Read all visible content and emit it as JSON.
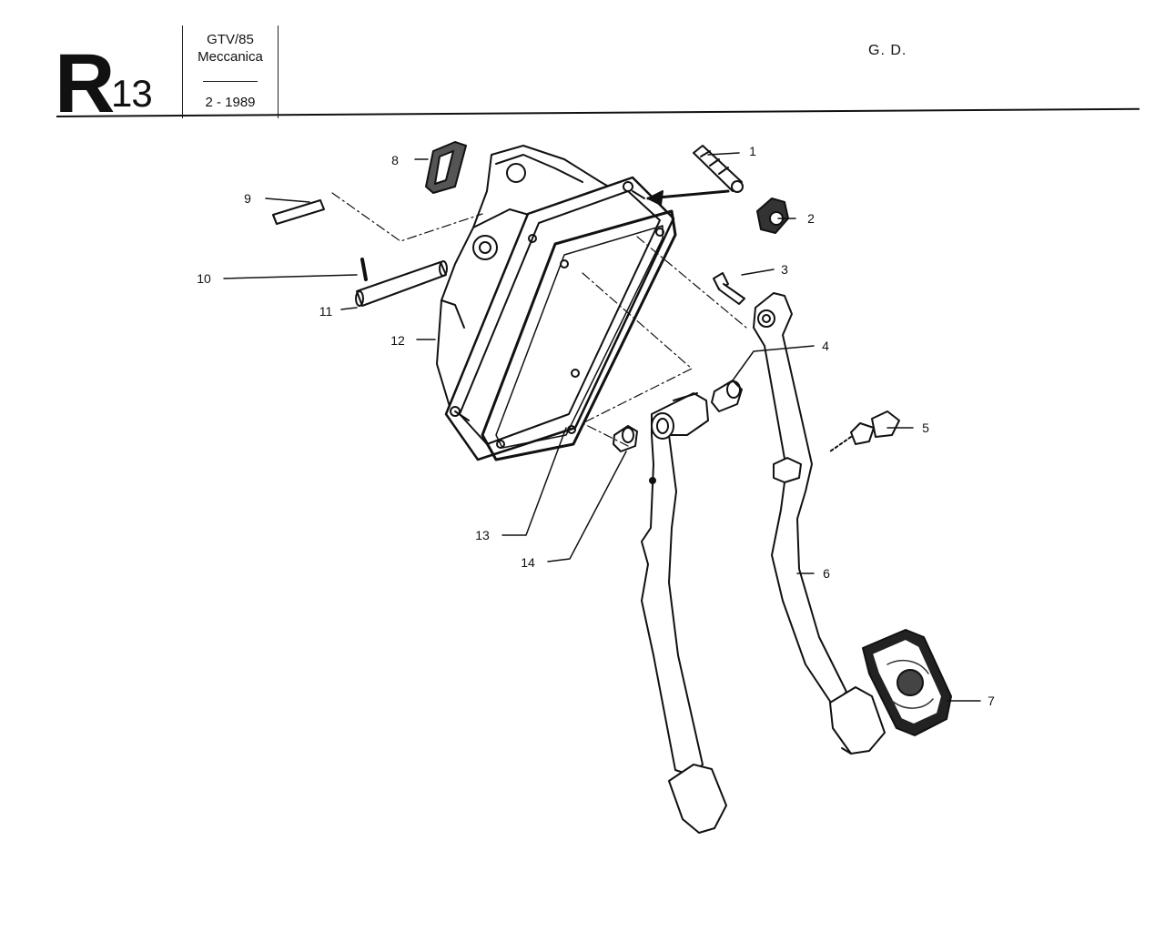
{
  "header": {
    "section_letter": "R",
    "section_number": "13",
    "model": "GTV/85",
    "group": "Meccanica",
    "date": "2 - 1989",
    "drive_side": "G. D."
  },
  "callouts": [
    {
      "id": "1",
      "label": "1"
    },
    {
      "id": "2",
      "label": "2"
    },
    {
      "id": "3",
      "label": "3"
    },
    {
      "id": "4",
      "label": "4"
    },
    {
      "id": "5",
      "label": "5"
    },
    {
      "id": "6",
      "label": "6"
    },
    {
      "id": "7",
      "label": "7"
    },
    {
      "id": "8",
      "label": "8"
    },
    {
      "id": "9",
      "label": "9"
    },
    {
      "id": "10",
      "label": "10"
    },
    {
      "id": "11",
      "label": "11"
    },
    {
      "id": "12",
      "label": "12"
    },
    {
      "id": "13",
      "label": "13"
    },
    {
      "id": "14",
      "label": "14"
    }
  ],
  "colors": {
    "ink": "#111111",
    "paper": "#ffffff",
    "shade": "#555555"
  }
}
